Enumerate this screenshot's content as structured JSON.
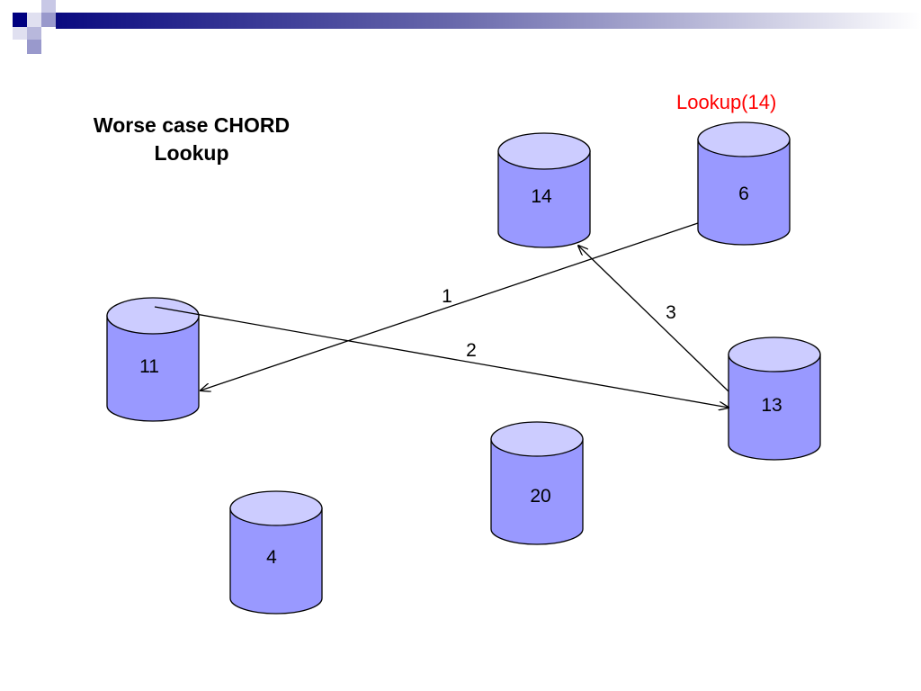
{
  "slide": {
    "title_line1": "Worse case CHORD",
    "title_line2": "Lookup",
    "annotation": "Lookup(14)"
  },
  "colors": {
    "node_fill": "#9999ff",
    "node_top": "#ccccff",
    "stroke": "#000000",
    "annotation": "#ff0000",
    "header_dark": "#000080",
    "header_light": "#9999cc"
  },
  "nodes": [
    {
      "id": "n14",
      "label": "14"
    },
    {
      "id": "n6",
      "label": "6"
    },
    {
      "id": "n11",
      "label": "11"
    },
    {
      "id": "n13",
      "label": "13"
    },
    {
      "id": "n20",
      "label": "20"
    },
    {
      "id": "n4",
      "label": "4"
    }
  ],
  "edges": [
    {
      "label": "1",
      "from": "6",
      "to": "11"
    },
    {
      "label": "2",
      "from": "11",
      "to": "13"
    },
    {
      "label": "3",
      "from": "13",
      "to": "14"
    }
  ]
}
